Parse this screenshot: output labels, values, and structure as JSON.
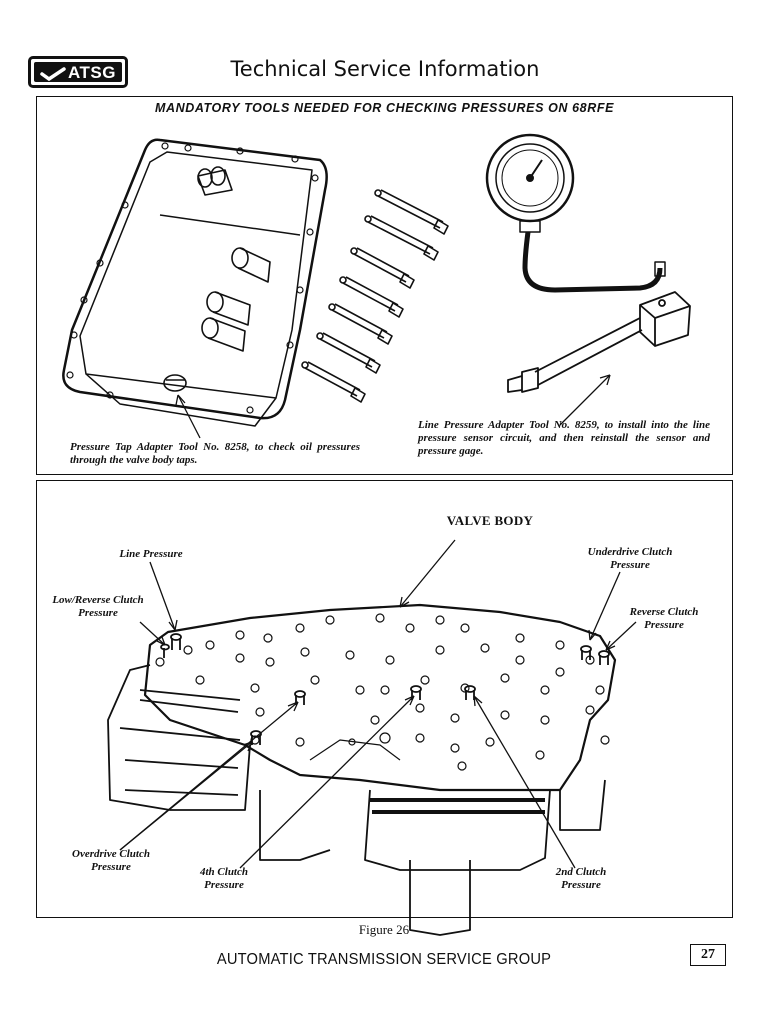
{
  "header": {
    "logo_text": "ATSG",
    "title": "Technical Service Information"
  },
  "tools_panel": {
    "heading": "MANDATORY TOOLS NEEDED FOR CHECKING PRESSURES ON 68RFE",
    "tap_adapter_caption": "Pressure Tap Adapter Tool No. 8258, to check oil pressures through the valve body taps.",
    "line_adapter_caption": "Line Pressure Adapter Tool No. 8259, to install into the line pressure sensor circuit, and then reinstall the sensor and pressure gage."
  },
  "valve_body_panel": {
    "title": "VALVE BODY",
    "labels": {
      "line_pressure": "Line Pressure",
      "low_reverse": "Low/Reverse Clutch Pressure",
      "underdrive": "Underdrive Clutch Pressure",
      "reverse": "Reverse Clutch Pressure",
      "overdrive": "Overdrive Clutch Pressure",
      "fourth": "4th Clutch Pressure",
      "second": "2nd Clutch Pressure"
    }
  },
  "figure_caption": "Figure 26",
  "footer": {
    "org": "AUTOMATIC TRANSMISSION SERVICE GROUP",
    "page_number": "27"
  }
}
